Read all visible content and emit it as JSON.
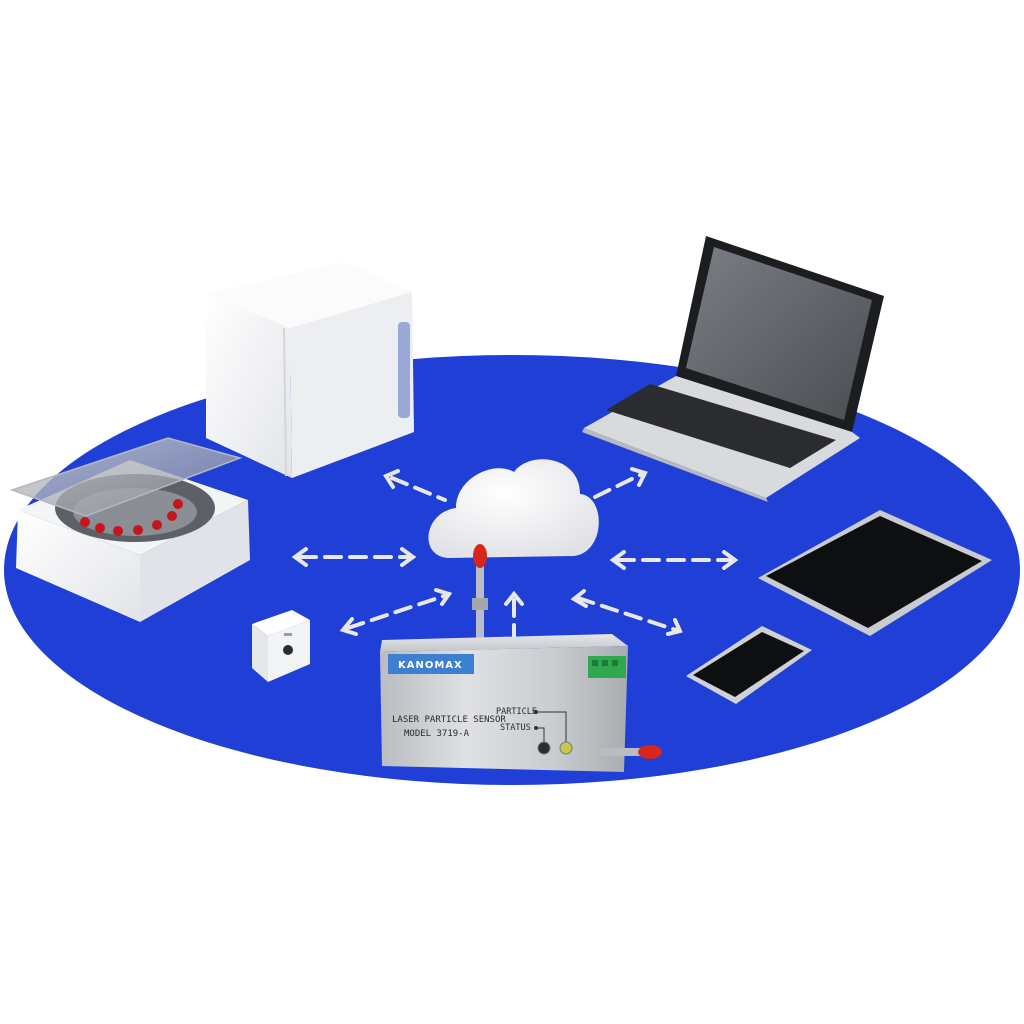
{
  "colors": {
    "platform": "#1f3fd6",
    "device_white": "#f2f2f2",
    "screen_dark": "#1a1a1a",
    "arrow": "#e8e8e8",
    "antenna_tip": "#d9261c",
    "connector_green": "#2fa84f"
  },
  "sensor": {
    "brand": "KANOMAX",
    "line1": "LASER PARTICLE SENSOR",
    "line2": "MODEL 3719-A",
    "led_particle": "PARTICLE",
    "led_status": "STATUS"
  },
  "icons": {
    "cloud": "cloud-icon",
    "laptop": "laptop-icon",
    "tablet": "tablet-icon",
    "phone": "smartphone-icon",
    "cabinet": "cabinet-device-icon",
    "centrifuge": "centrifuge-device-icon",
    "wall_sensor": "wall-sensor-icon",
    "particle_sensor": "particle-sensor-icon"
  }
}
